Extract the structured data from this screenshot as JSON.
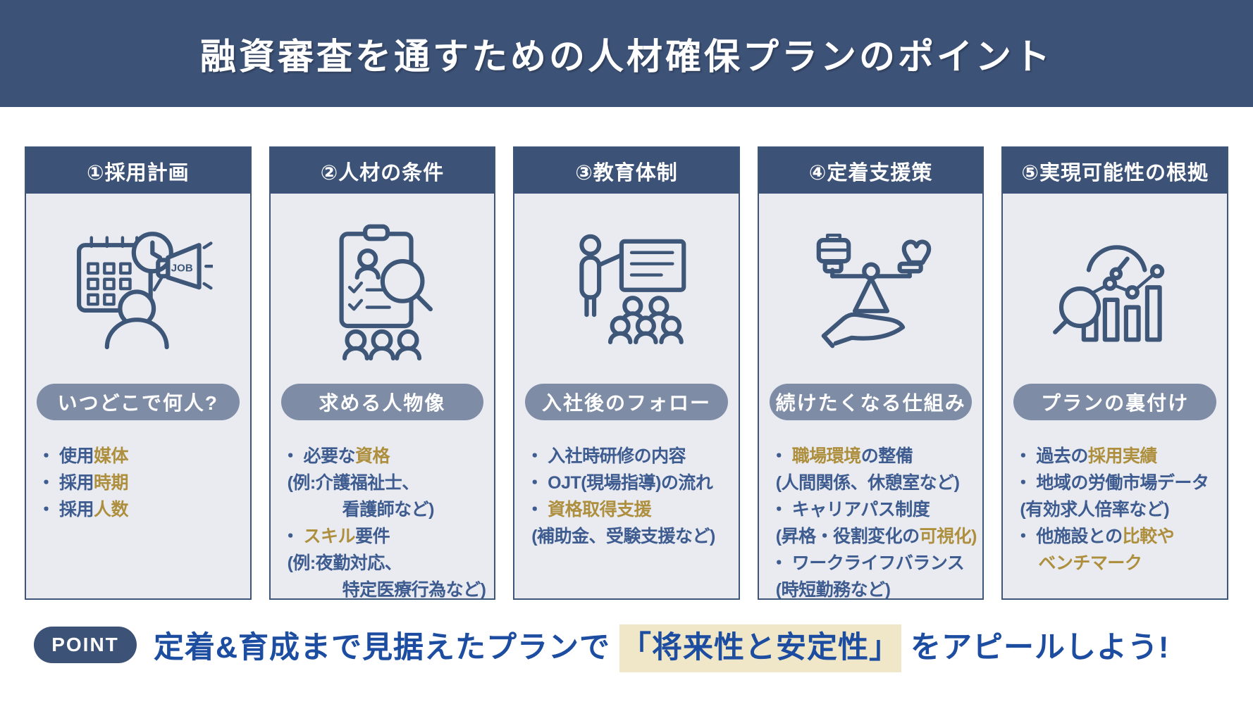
{
  "title": "融資審査を通すための人材確保プランのポイント",
  "colors": {
    "navy": "#3d5277",
    "panel_bg": "#e9ebf1",
    "panel_border": "#3e5678",
    "pill_bg": "#7e8ca6",
    "bullet_blue": "#3e5c8f",
    "bullet_gold": "#ad8f3e",
    "footer_blue": "#1c4da0",
    "highlight_bg": "#efe7c7"
  },
  "icon_labels": {
    "job": "JOB"
  },
  "columns": [
    {
      "header": "①採用計画",
      "icon": "calendar-clock-megaphone-person-icon",
      "pill": "いつどこで何人?",
      "bullets": [
        {
          "indent": 0,
          "segments": [
            {
              "text": "・ 使用",
              "gold": false
            },
            {
              "text": "媒体",
              "gold": true
            }
          ]
        },
        {
          "indent": 0,
          "segments": [
            {
              "text": "・ 採用",
              "gold": false
            },
            {
              "text": "時期",
              "gold": true
            }
          ]
        },
        {
          "indent": 0,
          "segments": [
            {
              "text": "・ 採用",
              "gold": false
            },
            {
              "text": "人数",
              "gold": true
            }
          ]
        }
      ]
    },
    {
      "header": "②人材の条件",
      "icon": "clipboard-checklist-magnifier-people-icon",
      "pill": "求める人物像",
      "bullets": [
        {
          "indent": 0,
          "segments": [
            {
              "text": "・ 必要な",
              "gold": false
            },
            {
              "text": "資格",
              "gold": true
            }
          ]
        },
        {
          "indent": 1,
          "segments": [
            {
              "text": "(例:介護福祉士、",
              "gold": false
            }
          ]
        },
        {
          "indent": 3,
          "segments": [
            {
              "text": "看護師など)",
              "gold": false
            }
          ]
        },
        {
          "indent": 0,
          "segments": [
            {
              "text": "・ ",
              "gold": false
            },
            {
              "text": "スキル",
              "gold": true
            },
            {
              "text": "要件",
              "gold": false
            }
          ]
        },
        {
          "indent": 1,
          "segments": [
            {
              "text": "(例:夜勤対応、",
              "gold": false
            }
          ]
        },
        {
          "indent": 3,
          "segments": [
            {
              "text": "特定医療行為など)",
              "gold": false
            }
          ]
        }
      ]
    },
    {
      "header": "③教育体制",
      "icon": "trainer-whiteboard-audience-icon",
      "pill": "入社後のフォロー",
      "bullets": [
        {
          "indent": 0,
          "segments": [
            {
              "text": "・ 入社時研修の内容",
              "gold": false
            }
          ]
        },
        {
          "indent": 0,
          "segments": [
            {
              "text": "・ OJT(現場指導)の流れ",
              "gold": false
            }
          ]
        },
        {
          "indent": 0,
          "segments": [
            {
              "text": "・ ",
              "gold": false
            },
            {
              "text": "資格取得支援",
              "gold": true
            }
          ]
        },
        {
          "indent": 1,
          "segments": [
            {
              "text": "(補助金、受験支援など)",
              "gold": false
            }
          ]
        }
      ]
    },
    {
      "header": "④定着支援策",
      "icon": "hand-balance-briefcase-heart-icon",
      "pill": "続けたくなる仕組み",
      "bullets": [
        {
          "indent": 0,
          "segments": [
            {
              "text": "・ ",
              "gold": false
            },
            {
              "text": "職場環境",
              "gold": true
            },
            {
              "text": "の整備",
              "gold": false
            }
          ]
        },
        {
          "indent": 1,
          "segments": [
            {
              "text": "(人間関係、休憩室など)",
              "gold": false
            }
          ]
        },
        {
          "indent": 0,
          "segments": [
            {
              "text": "・ キャリアパス制度",
              "gold": false
            }
          ]
        },
        {
          "indent": 1,
          "segments": [
            {
              "text": "(昇格・役割変化の",
              "gold": false
            },
            {
              "text": "可視化",
              "gold": true
            },
            {
              "text": ")",
              "gold": true
            }
          ]
        },
        {
          "indent": 0,
          "segments": [
            {
              "text": "・ ワークライフバランス",
              "gold": false
            }
          ]
        },
        {
          "indent": 1,
          "segments": [
            {
              "text": "(時短勤務など)",
              "gold": false
            }
          ]
        }
      ]
    },
    {
      "header": "⑤実現可能性の根拠",
      "icon": "bar-chart-gauge-magnifier-icon",
      "pill": "プランの裏付け",
      "bullets": [
        {
          "indent": 0,
          "segments": [
            {
              "text": "・ 過去の",
              "gold": false
            },
            {
              "text": "採用実績",
              "gold": true
            }
          ]
        },
        {
          "indent": 0,
          "segments": [
            {
              "text": "・ 地域の労働市場データ",
              "gold": false
            }
          ]
        },
        {
          "indent": 1,
          "segments": [
            {
              "text": "(有効求人倍率など)",
              "gold": false
            }
          ]
        },
        {
          "indent": 0,
          "segments": [
            {
              "text": "・ 他施設との",
              "gold": false
            },
            {
              "text": "比較や",
              "gold": true
            }
          ]
        },
        {
          "indent": 2,
          "segments": [
            {
              "text": "ベンチマーク",
              "gold": true
            }
          ]
        }
      ]
    }
  ],
  "footer": {
    "point_label": "POINT",
    "segments": [
      {
        "text": "定着&育成まで見据えたプランで ",
        "highlight": false
      },
      {
        "text": "「将来性と安定性」",
        "highlight": true
      },
      {
        "text": " をアピールしよう!",
        "highlight": false
      }
    ]
  }
}
